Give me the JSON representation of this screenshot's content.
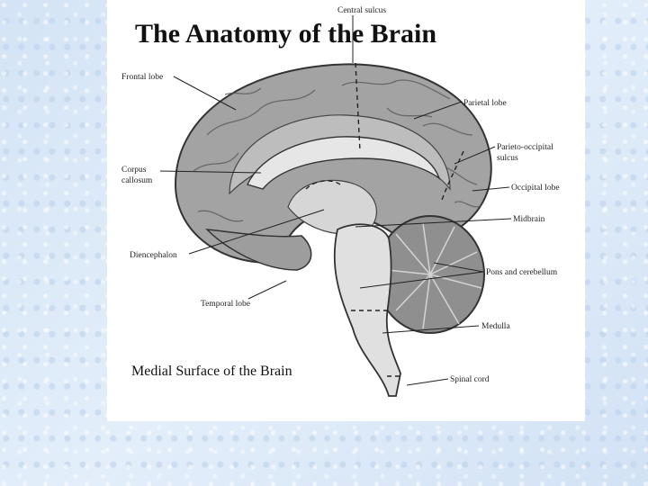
{
  "slide": {
    "title": "The Anatomy of the Brain",
    "caption": "Medial Surface of the Brain"
  },
  "labels": {
    "central_sulcus": "Central sulcus",
    "frontal_lobe": "Frontal lobe",
    "parietal_lobe": "Parietal lobe",
    "parieto_occipital_line1": "Parieto-occipital",
    "parieto_occipital_line2": "sulcus",
    "corpus_callosum_line1": "Corpus",
    "corpus_callosum_line2": "callosum",
    "occipital_lobe": "Occipital lobe",
    "midbrain": "Midbrain",
    "diencephalon": "Diencephalon",
    "pons_cerebellum": "Pons and cerebellum",
    "temporal_lobe": "Temporal lobe",
    "medulla": "Medulla",
    "spinal_cord": "Spinal cord"
  },
  "colors": {
    "background": "#dbe9f8",
    "panel": "#ffffff",
    "cortex": "#9a9a9a",
    "cortex_light": "#c8c8c8",
    "structure_light": "#e2e2e2"
  }
}
